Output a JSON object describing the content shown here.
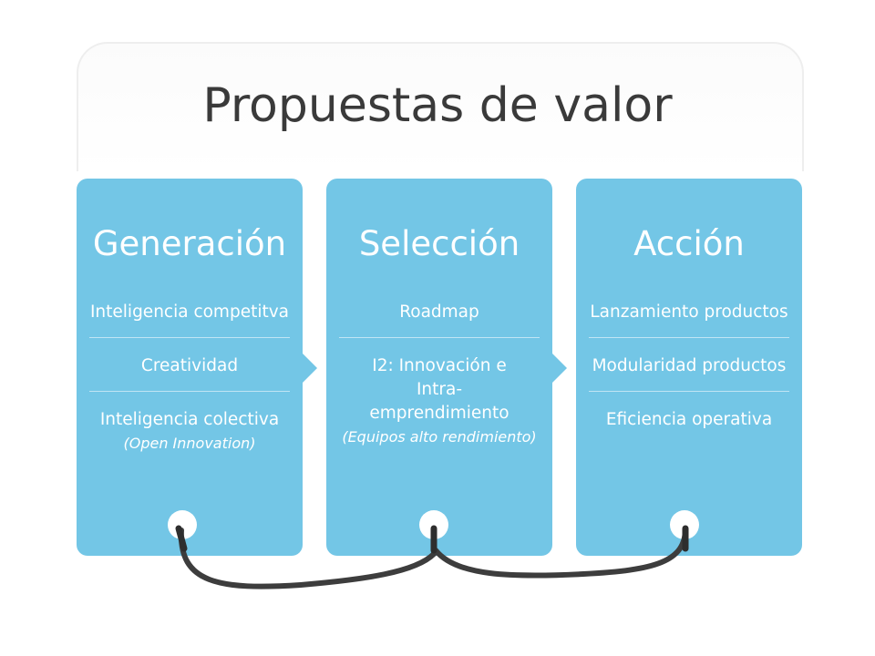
{
  "title": "Propuestas de valor",
  "panels": [
    {
      "heading": "Generación",
      "items": [
        {
          "text": "Inteligencia competitva",
          "note": ""
        },
        {
          "text": "Creatividad",
          "note": ""
        },
        {
          "text": "Inteligencia colectiva",
          "note": "(Open Innovation)"
        }
      ]
    },
    {
      "heading": "Selección",
      "items": [
        {
          "text": "Roadmap",
          "note": ""
        },
        {
          "text": "I2: Innovación e Intra-emprendimiento",
          "note": "(Equipos alto rendimiento)"
        }
      ]
    },
    {
      "heading": "Acción",
      "items": [
        {
          "text": "Lanzamiento productos",
          "note": ""
        },
        {
          "text": "Modularidad productos",
          "note": ""
        },
        {
          "text": "Eficiencia operativa",
          "note": ""
        }
      ]
    }
  ],
  "colors": {
    "panel": "#73c6e6",
    "cable": "#3d3d3d",
    "title": "#3a3a3a"
  },
  "icons": [
    "chevron-right-icon",
    "connector-node-icon",
    "cable-icon"
  ]
}
